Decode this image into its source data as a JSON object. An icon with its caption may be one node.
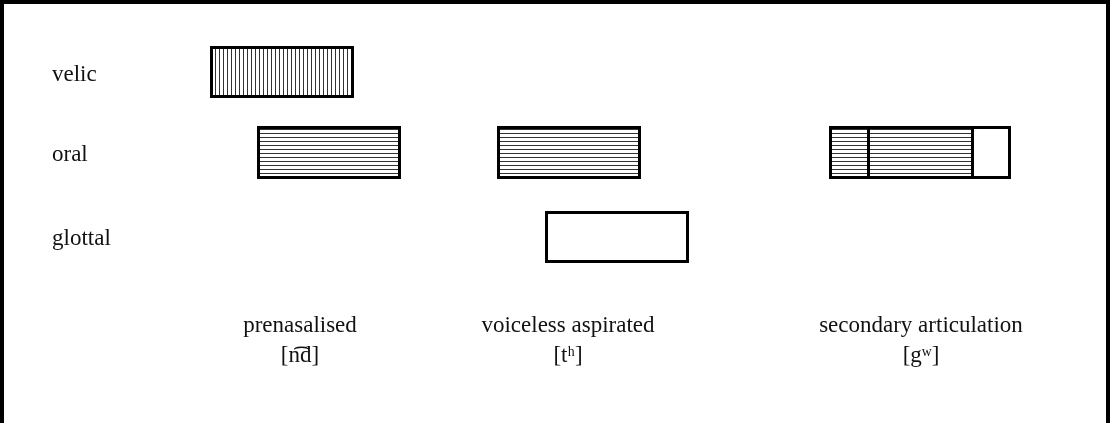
{
  "diagram": {
    "nodes": [
      {
        "text": [],
        "shape": "bar"
      },
      {
        "text": [],
        "shape": "bar"
      },
      {
        "text": [],
        "shape": "bar"
      },
      {
        "text": [],
        "shape": "bar"
      },
      {
        "text": [],
        "shape": "bar"
      },
      {
        "text": [],
        "shape": "bar"
      },
      {
        "text": [],
        "shape": "bar"
      }
    ],
    "labels": [
      "velic",
      "oral",
      "glottal",
      "prenasalised",
      "[n͡d]",
      "voiceless aspirated",
      "[tʰ]",
      "secondary articulation",
      "[gʷ]"
    ]
  }
}
